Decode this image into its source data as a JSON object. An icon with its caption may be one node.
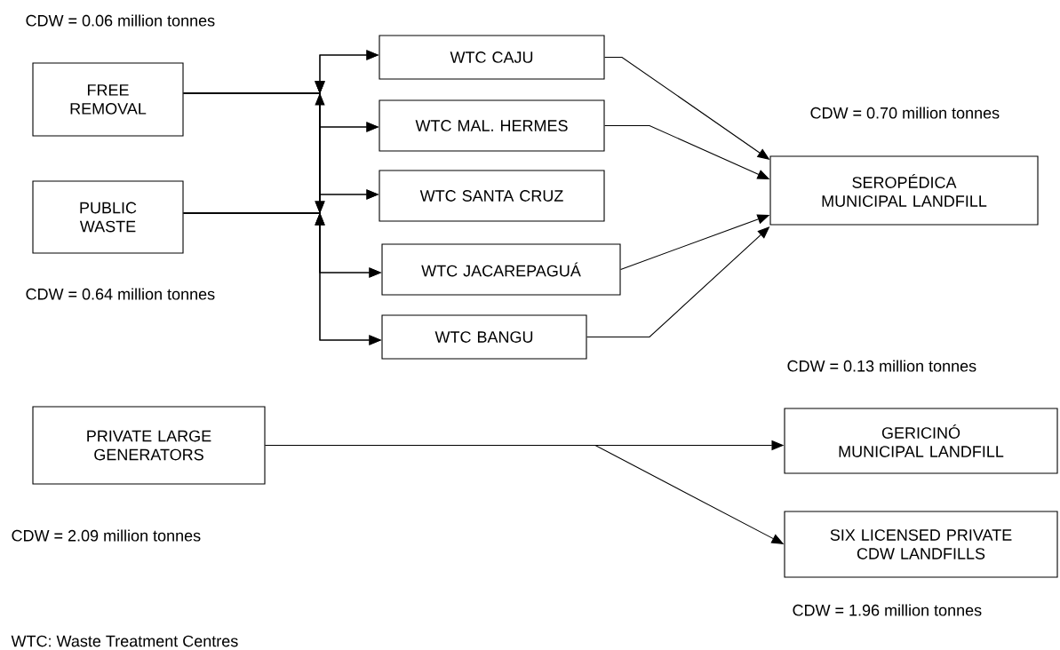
{
  "diagram": {
    "nodes": [
      {
        "text": [
          "FREE REMOVAL"
        ],
        "beside": [
          "CDW = 0.06 million tonnes"
        ]
      },
      {
        "text": [
          "PUBLIC WASTE"
        ],
        "beside": [
          "CDW = 0.64 million tonnes"
        ]
      },
      {
        "text": [
          "WTC CAJU"
        ]
      },
      {
        "text": [
          "WTC MAL. HERMES"
        ]
      },
      {
        "text": [
          "WTC SANTA CRUZ"
        ]
      },
      {
        "text": [
          "WTC JACAREPAGUÁ"
        ]
      },
      {
        "text": [
          "WTC BANGU"
        ]
      },
      {
        "text": [
          "SEROPÉDICA MUNICIPAL LANDFILL"
        ],
        "beside": [
          "CDW = 0.70 million tonnes"
        ]
      },
      {
        "text": [
          "PRIVATE LARGE GENERATORS"
        ],
        "beside": [
          "CDW = 2.09 million tonnes"
        ]
      },
      {
        "text": [
          "GERICINÓ MUNICIPAL LANDFILL"
        ],
        "beside": [
          "CDW = 0.13 million tonnes"
        ]
      },
      {
        "text": [
          "SIX LICENSED PRIVATE CDW LANDFILLS"
        ],
        "beside": [
          "CDW = 1.96 million tonnes"
        ]
      }
    ],
    "edges": [
      {
        "from": 0,
        "to": 2,
        "arrow": "to"
      },
      {
        "from": 0,
        "to": 3,
        "arrow": "to"
      },
      {
        "from": 0,
        "to": 4,
        "arrow": "to"
      },
      {
        "from": 0,
        "to": 5,
        "arrow": "to"
      },
      {
        "from": 0,
        "to": 6,
        "arrow": "to"
      },
      {
        "from": 1,
        "to": 2,
        "arrow": "to"
      },
      {
        "from": 1,
        "to": 3,
        "arrow": "to"
      },
      {
        "from": 1,
        "to": 4,
        "arrow": "to"
      },
      {
        "from": 1,
        "to": 5,
        "arrow": "to"
      },
      {
        "from": 1,
        "to": 6,
        "arrow": "to"
      },
      {
        "from": 2,
        "to": 7,
        "arrow": "to"
      },
      {
        "from": 3,
        "to": 7,
        "arrow": "to"
      },
      {
        "from": 5,
        "to": 7,
        "arrow": "to"
      },
      {
        "from": 6,
        "to": 7,
        "arrow": "to"
      },
      {
        "from": 8,
        "to": 9,
        "arrow": "to"
      },
      {
        "from": 8,
        "to": 10,
        "arrow": "to"
      }
    ],
    "labels": [
      "WTC: Waste Treatment Centres"
    ]
  }
}
